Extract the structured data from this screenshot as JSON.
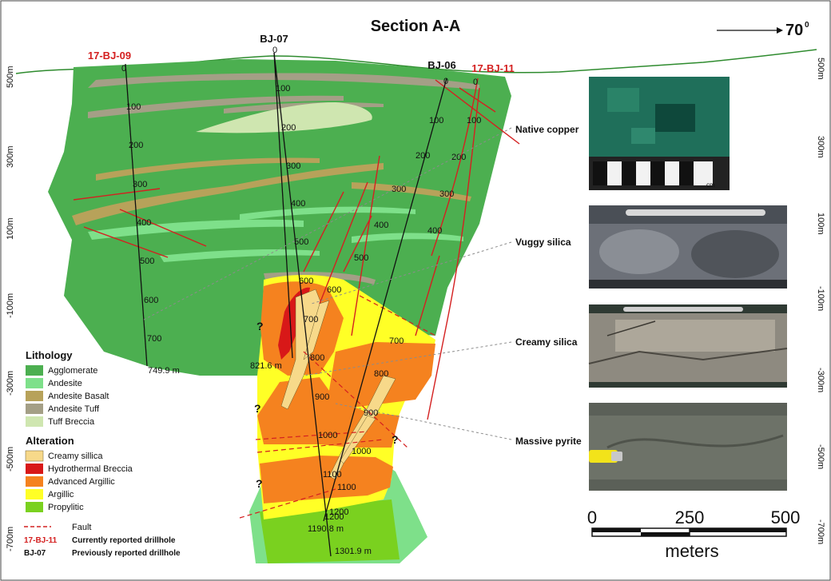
{
  "title": "Section A-A",
  "orientation": {
    "arrow_label": "70",
    "degree_mark": "0"
  },
  "elevation_labels_left": [
    "500m",
    "300m",
    "100m",
    "-100m",
    "-300m",
    "-500m",
    "-700m"
  ],
  "elevation_labels_right": [
    "500m",
    "300m",
    "100m",
    "-100m",
    "-300m",
    "-500m",
    "-700m"
  ],
  "drillholes": [
    {
      "name": "17-BJ-09",
      "type": "current",
      "depth_ticks": [
        "0",
        "100",
        "200",
        "300",
        "400",
        "500",
        "600",
        "700"
      ],
      "end_label": "749.9 m"
    },
    {
      "name": "BJ-07",
      "type": "previous",
      "depth_ticks": [
        "0",
        "100",
        "200",
        "300",
        "400",
        "500",
        "600",
        "700",
        "800",
        "900",
        "1000",
        "1100",
        "1200"
      ],
      "end_label": "1301.9 m",
      "alt_end_label": "821.6 m"
    },
    {
      "name": "BJ-06",
      "type": "previous",
      "depth_ticks": [
        "0",
        "100",
        "200",
        "300",
        "400",
        "500",
        "600",
        "700",
        "800",
        "900",
        "1000",
        "1100",
        "1200"
      ],
      "end_label": "1190.8 m"
    },
    {
      "name": "17-BJ-11",
      "type": "current",
      "depth_ticks": [
        "0",
        "100",
        "200",
        "300",
        "400"
      ]
    }
  ],
  "question_marks": [
    "?",
    "?",
    "?",
    "?"
  ],
  "callouts": [
    "Native copper",
    "Vuggy silica",
    "Creamy silica",
    "Massive pyrite"
  ],
  "photo_scale_label": "cm",
  "legend": {
    "lithology_title": "Lithology",
    "lithology": [
      {
        "label": "Agglomerate",
        "color": "#4caf50"
      },
      {
        "label": "Andesite",
        "color": "#7ee08a"
      },
      {
        "label": "Andesite Basalt",
        "color": "#b7a25a"
      },
      {
        "label": "Andesite Tuff",
        "color": "#a49f86"
      },
      {
        "label": "Tuff Breccia",
        "color": "#cfe6b0"
      }
    ],
    "alteration_title": "Alteration",
    "alteration": [
      {
        "label": "Creamy sillica",
        "color": "#f7d98a"
      },
      {
        "label": "Hydrothermal Breccia",
        "color": "#d81818"
      },
      {
        "label": "Advanced Argillic",
        "color": "#f5821f"
      },
      {
        "label": "Argillic",
        "color": "#ffff26"
      },
      {
        "label": "Propylitic",
        "color": "#7ad11f"
      }
    ],
    "fault_label": "Fault",
    "current_sample": "17-BJ-11",
    "current_label": "Currently reported drillhole",
    "previous_sample": "BJ-07",
    "previous_label": "Previously reported drillhole"
  },
  "scale_bar": {
    "ticks": [
      "0",
      "250",
      "500"
    ],
    "unit": "meters"
  },
  "colors": {
    "fault": "#d42020",
    "current_hole": "#d42020",
    "previous_hole": "#111111",
    "topography": "#2e8b2e"
  }
}
